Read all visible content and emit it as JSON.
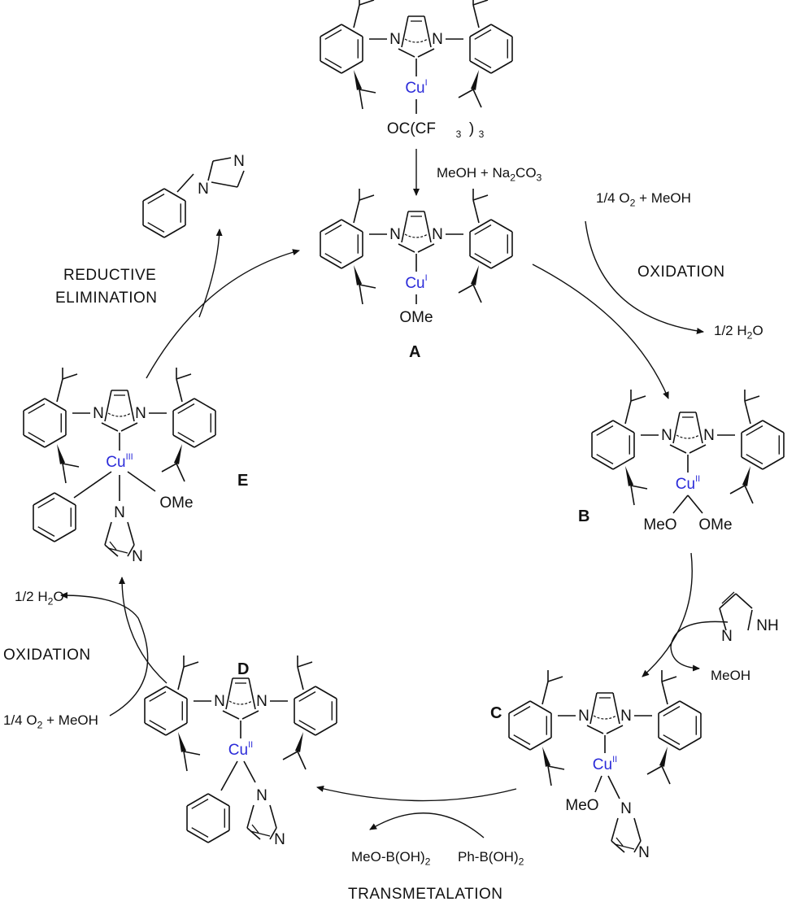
{
  "compounds": {
    "precatalyst": {
      "metal": "Cu",
      "oxidation": "I",
      "ligand": "OC(CF3)3"
    },
    "A": {
      "label": "A",
      "metal": "Cu",
      "oxidation": "I",
      "ligand": "OMe"
    },
    "B": {
      "label": "B",
      "metal": "Cu",
      "oxidation": "II",
      "ligand_left": "MeO",
      "ligand_right": "OMe"
    },
    "C": {
      "label": "C",
      "metal": "Cu",
      "oxidation": "II",
      "ligand": "MeO"
    },
    "D": {
      "label": "D",
      "metal": "Cu",
      "oxidation": "II"
    },
    "E": {
      "label": "E",
      "metal": "Cu",
      "oxidation": "III",
      "ligand": "OMe"
    }
  },
  "reagents": {
    "activation": "MeOH + Na2CO3",
    "oxidation_top_in": "1/4 O2 + MeOH",
    "oxidation_top_out": "1/2 H2O",
    "oxidation_left_in": "1/4 O2 + MeOH",
    "oxidation_left_out": "1/2 H2O",
    "imidazole_out": "MeOH",
    "transmetalation_in": "Ph-B(OH)2",
    "transmetalation_out": "MeO-B(OH)2"
  },
  "steps": {
    "oxidation_top": "OXIDATION",
    "oxidation_left": "OXIDATION",
    "reductive_line1": "REDUCTIVE",
    "reductive_line2": "ELIMINATION",
    "transmetalation": "TRANSMETALATION"
  },
  "atoms": {
    "N": "N",
    "NH": "NH",
    "O2sub": "2"
  },
  "colors": {
    "copper": "#2b2bd9",
    "ink": "#111111"
  }
}
